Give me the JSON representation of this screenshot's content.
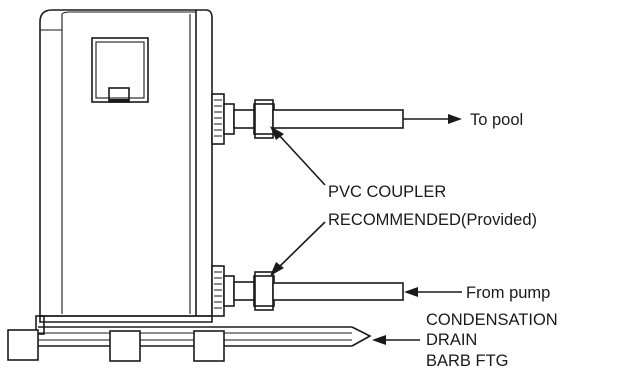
{
  "labels": {
    "to_pool": "To  pool",
    "coupler_line1": "PVC COUPLER",
    "coupler_line2": "RECOMMENDED(Provided)",
    "from_pump": "From pump",
    "condensation_line1": "CONDENSATION",
    "condensation_line2": "DRAIN",
    "condensation_line3": "BARB FTG"
  }
}
